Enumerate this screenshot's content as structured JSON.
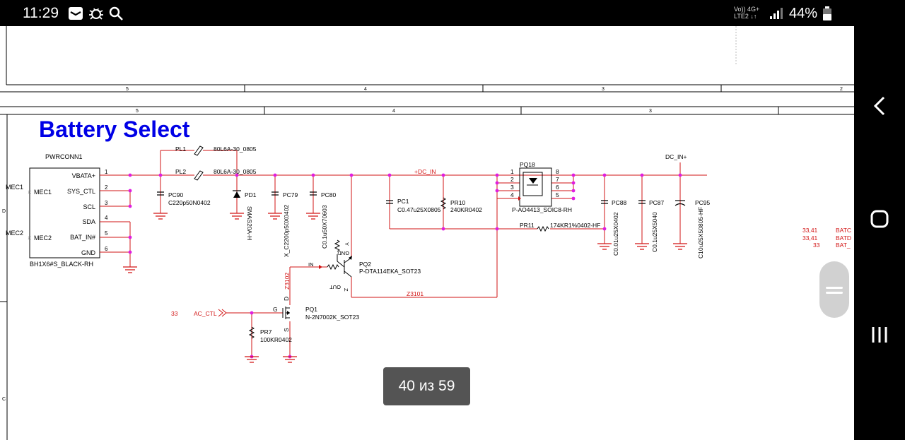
{
  "status_bar": {
    "time": "11:29",
    "net_top": "Vo)) 4G+",
    "net_bottom": "LTE2 ↓↑",
    "battery": "44%",
    "icons": [
      "gallery-icon",
      "bug-icon",
      "search-icon",
      "signal-icon",
      "battery-icon"
    ]
  },
  "page_indicator": "40 из 59",
  "nav": {
    "icons": [
      "back-icon",
      "home-icon",
      "recents-icon"
    ]
  },
  "schematic": {
    "top_ruler": [
      "5",
      "4",
      "3",
      "2"
    ],
    "ruler": [
      "5",
      "4",
      "3"
    ],
    "row_labels": [
      "D",
      "C"
    ],
    "title": "Battery Select",
    "connector": {
      "ref": "PWRCONN1",
      "part": "BH1X6#S_BLACK-RH",
      "mec1": "MEC1",
      "mec2": "MEC2",
      "pins": [
        {
          "name": "VBATA+",
          "num": "1"
        },
        {
          "name": "SYS_CTL",
          "num": "2"
        },
        {
          "name": "SCL",
          "num": "3"
        },
        {
          "name": "SDA",
          "num": "4"
        },
        {
          "name": "BAT_IN#",
          "num": "5"
        },
        {
          "name": "GND",
          "num": "6"
        }
      ],
      "mec_pins": [
        "MEC1",
        "MEC2"
      ]
    },
    "pl1": {
      "ref": "PL1",
      "val": "80L6A-30_0805"
    },
    "pl2": {
      "ref": "PL2",
      "val": "80L6A-30_0805"
    },
    "pc90": {
      "ref": "PC90",
      "val": "C220p50N0402"
    },
    "pd1": {
      "ref": "PD1",
      "val": "SMAS20A-H"
    },
    "pc79": {
      "ref": "PC79",
      "val": "X_C2200p50X0402"
    },
    "pc80": {
      "ref": "PC80",
      "val": "C0.1u50X70603"
    },
    "net_dc_in": "+DC_IN",
    "pc1": {
      "ref": "PC1",
      "val": "C0.47u25X0805"
    },
    "pr10": {
      "ref": "PR10",
      "val": "240KR0402"
    },
    "pq18": {
      "ref": "PQ18",
      "val": "P-AO4413_SOIC8-RH",
      "pins_left": [
        "1",
        "2",
        "3",
        "4"
      ],
      "pins_right": [
        "8",
        "7",
        "6",
        "5"
      ]
    },
    "pr11": {
      "ref": "PR11",
      "val": "174KR1%0402-HF"
    },
    "dc_in_plus": "DC_IN+",
    "pc88": {
      "ref": "PC88",
      "val": "C0.01u25X0402"
    },
    "pc87": {
      "ref": "PC87",
      "val": "C0.1u25X5040"
    },
    "pc95": {
      "ref": "PC95",
      "val": "C10u25X50805-HF"
    },
    "pq2": {
      "ref": "PQ2",
      "val": "P-DTA114EKA_SOT23",
      "in": "IN",
      "out": "OUT",
      "gnd": "GND"
    },
    "z3102": "Z3102",
    "z3101": "Z3101",
    "pq1": {
      "ref": "PQ1",
      "val": "N-2N7002K_SOT23",
      "g": "G",
      "d": "D",
      "s": "S"
    },
    "ac_ctl": {
      "page": "33",
      "name": "AC_CTL"
    },
    "pr7": {
      "ref": "PR7",
      "val": "100KR0402"
    },
    "offpage": [
      {
        "page": "33,41",
        "name": "BATC"
      },
      {
        "page": "33,41",
        "name": "BATD"
      },
      {
        "page": "33",
        "name": "BAT_"
      }
    ]
  }
}
